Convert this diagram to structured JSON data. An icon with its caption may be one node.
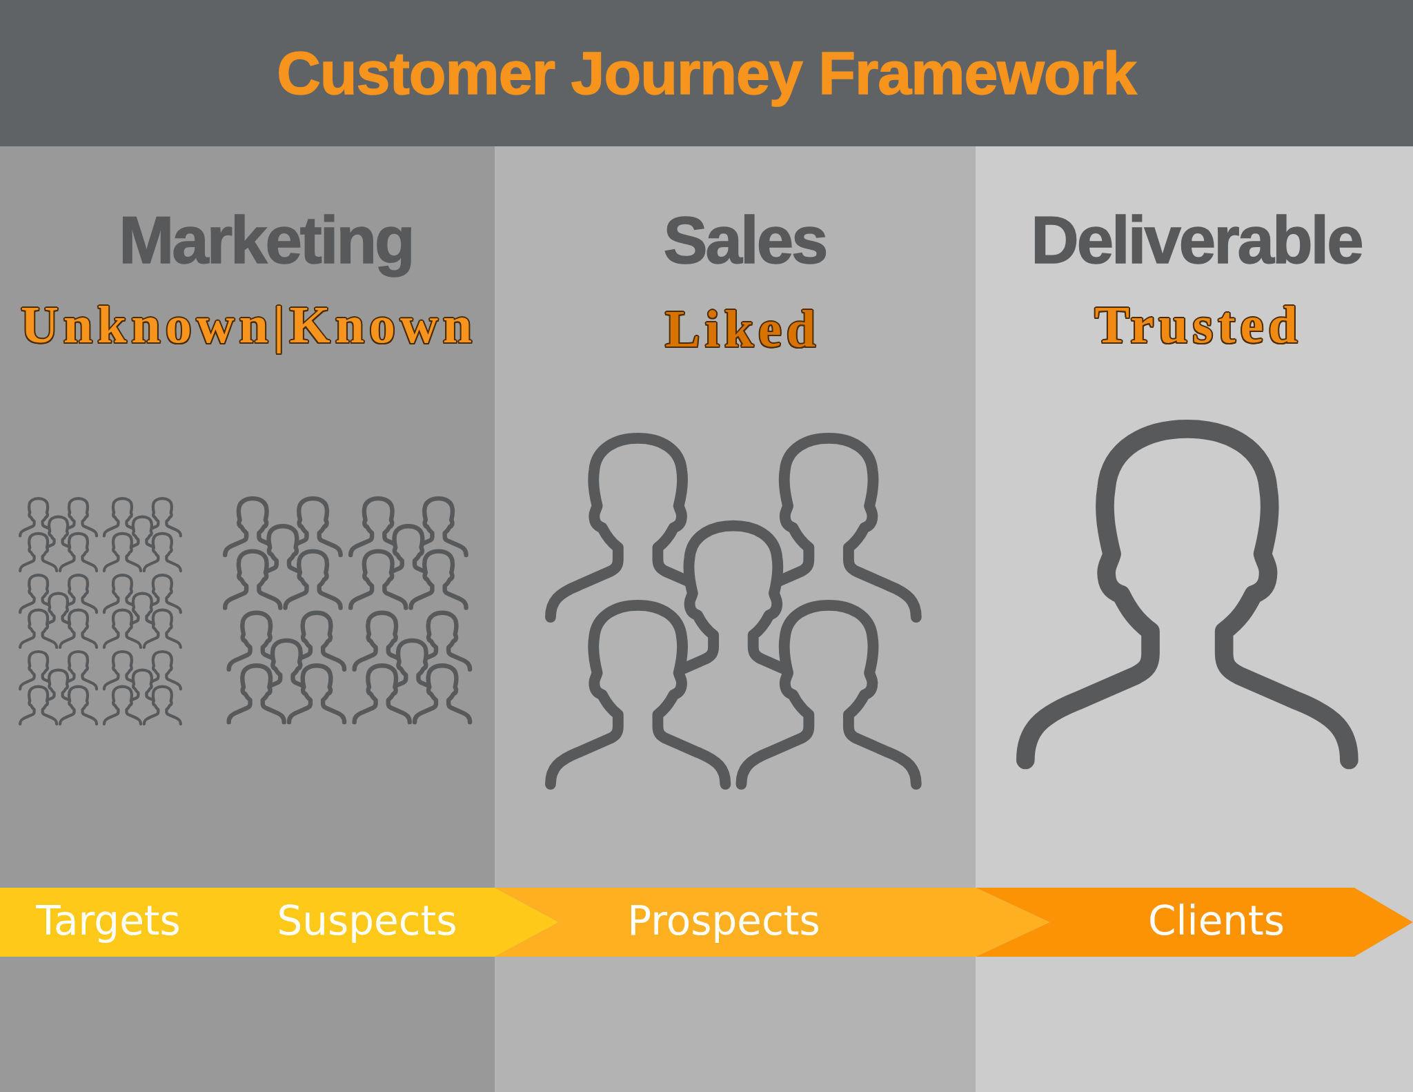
{
  "diagram": {
    "title": "Customer Journey Framework",
    "nodes": [
      {
        "text": [
          "Marketing",
          "Unknown|Known"
        ]
      },
      {
        "text": [
          "Sales",
          "Liked"
        ]
      },
      {
        "text": [
          "Deliverable",
          "Trusted"
        ]
      },
      {
        "text": [
          "Targets",
          "Suspects"
        ]
      },
      {
        "text": [
          "Prospects"
        ]
      },
      {
        "text": [
          "Clients"
        ],
        "in": 2
      }
    ]
  }
}
